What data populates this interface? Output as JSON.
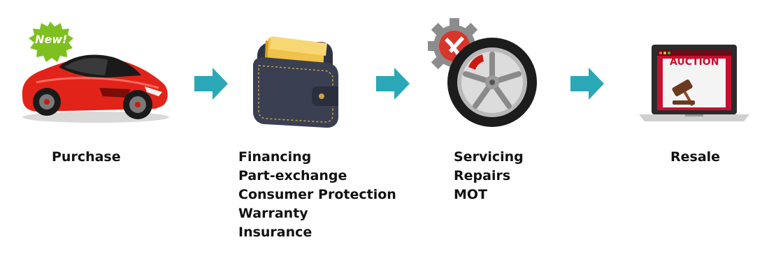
{
  "badge": {
    "text": "New!"
  },
  "auction": {
    "text": "AUCTION"
  },
  "stages": [
    {
      "id": "purchase",
      "icon": "sports-car-icon",
      "items": [
        "Purchase"
      ]
    },
    {
      "id": "ownership",
      "icon": "wallet-icon",
      "items": [
        "Financing",
        "Part-exchange",
        "Consumer Protection",
        "Warranty",
        "Insurance"
      ]
    },
    {
      "id": "maintenance",
      "icon": "wheel-gear-icon",
      "items": [
        "Servicing",
        "Repairs",
        "MOT"
      ]
    },
    {
      "id": "resale",
      "icon": "laptop-auction-icon",
      "items": [
        "Resale"
      ]
    }
  ],
  "colors": {
    "arrow": "#2aa8b8",
    "car": "#e2231a",
    "badge": "#7dc01f",
    "wallet": "#3a3f52",
    "gear": "#d9362b",
    "auction_red": "#c8102e"
  }
}
